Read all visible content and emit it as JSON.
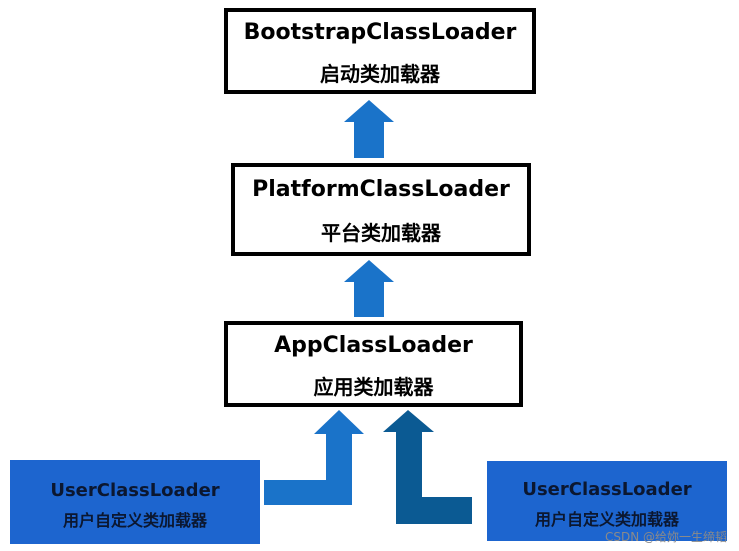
{
  "loaders": {
    "bootstrap": {
      "name": "BootstrapClassLoader",
      "cn": "启动类加载器"
    },
    "platform": {
      "name": "PlatformClassLoader",
      "cn": "平台类加载器"
    },
    "app": {
      "name": "AppClassLoader",
      "cn": "应用类加载器"
    }
  },
  "user_loaders": [
    {
      "name": "UserClassLoader",
      "cn": "用户自定义类加载器"
    },
    {
      "name": "UserClassLoader",
      "cn": "用户自定义类加载器"
    }
  ],
  "colors": {
    "arrow_light": "#1a73c9",
    "arrow_dark": "#0b5a93",
    "user_box": "#1d65cf"
  },
  "watermark": "CSDN @给妳一生缔韬"
}
